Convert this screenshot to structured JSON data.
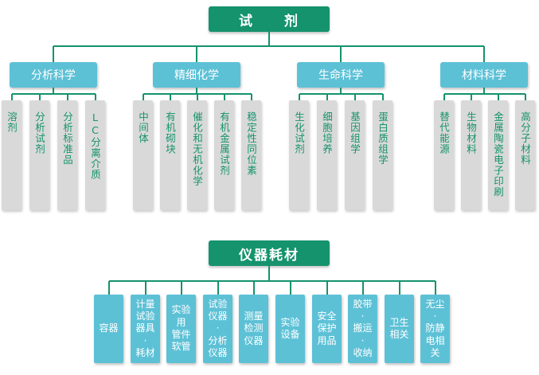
{
  "reagents": {
    "title": "试　　剂",
    "categories": [
      {
        "label": "分析科学",
        "items": [
          "溶剂",
          "分析试剂",
          "分析标准品",
          "LC分离介质"
        ]
      },
      {
        "label": "精细化学",
        "items": [
          "中间体",
          "有机砌块",
          "催化和无机化学",
          "有机金属试剂",
          "稳定性同位素"
        ]
      },
      {
        "label": "生命科学",
        "items": [
          "生化试剂",
          "细胞培养",
          "基因组学",
          "蛋白质组学"
        ]
      },
      {
        "label": "材料科学",
        "items": [
          "替代能源",
          "生物材料",
          "金属陶瓷电子印刷",
          "高分子材料"
        ]
      }
    ]
  },
  "consumables": {
    "title": "仪器耗材",
    "items": [
      "容器",
      "计量\n试验\n器具\n·\n耗材",
      "实验\n用\n管件\n软管",
      "试验\n仪器\n·\n分析\n仪器",
      "测量\n检测\n仪器",
      "实验\n设备",
      "安全\n保护\n用品",
      "胶带\n·\n搬运\n·\n收纳",
      "卫生\n相关",
      "无尘\n·\n防静\n电相\n关"
    ]
  },
  "colors": {
    "primary": "#15936c",
    "accent": "#5dc1d6",
    "leaf": "#d9d9d9"
  }
}
